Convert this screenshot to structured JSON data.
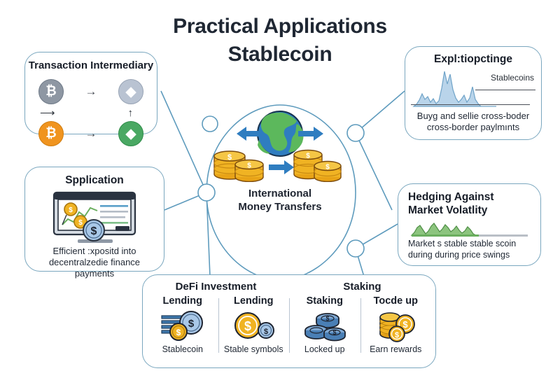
{
  "title": {
    "line1": "Practical Applications",
    "line2": "Stablecoin"
  },
  "colors": {
    "card_border": "#7aa7bf",
    "wire": "#5e9bbd",
    "accent_blue": "#2f7dc0",
    "coin_gold": "#f0b323",
    "coin_blue": "#a9c8e8",
    "chart_blue": "#b9d4ea",
    "chart_green": "#6aae5e",
    "text_dark": "#1e2430"
  },
  "center": {
    "label_line1": "International",
    "label_line2": "Money Transfers",
    "globe_icon": "globe-icon",
    "coins_icon": "coin-stack-icon",
    "arrow_left_icon": "arrow-left-icon",
    "arrow_right_icon": "arrow-right-icon",
    "arrow_center_icon": "arrow-right-icon"
  },
  "cards": {
    "transaction_intermediary": {
      "title": "Transaction Intermediary",
      "rows": [
        {
          "from": "₿",
          "from_icon": "bitcoin-coin-gray-icon",
          "arrow_icon": "arrow-right-icon",
          "to": "◆",
          "to_icon": "ethereum-coin-gray-icon"
        },
        {
          "from": "₿",
          "from_icon": "bitcoin-coin-orange-icon",
          "arrow_icon": "arrow-right-icon",
          "to": "◆",
          "to_icon": "ethereum-coin-green-icon"
        }
      ],
      "mid_left_icon": "long-arrow-right-icon",
      "mid_right_icon": "arrow-up-icon",
      "mid_left_glyph": "⟶",
      "mid_right_glyph": "↑"
    },
    "exploiting": {
      "title": "Expl:tiopctinge",
      "legend": "Stablecoins",
      "caption_line1": "Buyg and sellie cross-boder",
      "caption_line2": "cross-border paylmınts",
      "chart_icon": "volatility-area-chart-icon"
    },
    "application": {
      "title": "Spplication",
      "caption_line1": "Efficient :xpositd into",
      "caption_line2": "decentralzedie finance",
      "caption_line3": "payments",
      "icon": "monitor-dashboard-icon"
    },
    "hedging": {
      "title_line1": "Hedging Against",
      "title_line2": "Market Volatlity",
      "caption_line1": "Market s stable stable scoin",
      "caption_line2": "during during price swings",
      "chart_icon": "green-wave-chart-icon"
    },
    "defi_staking": {
      "heading_left": "DeFi Investment",
      "heading_right": "Staking",
      "columns": [
        {
          "title": "Lending",
          "caption": "Stablecoin",
          "icon": "stacked-coins-blue-gold-icon"
        },
        {
          "title": "Lending",
          "caption": "Stable symbols",
          "icon": "two-coins-gold-blue-icon"
        },
        {
          "title": "Staking",
          "caption": "Locked up",
          "icon": "blue-coin-pile-icon"
        },
        {
          "title": "Tocde up",
          "caption": "Earn rewards",
          "icon": "gold-coin-pile-icon"
        }
      ]
    }
  },
  "chart_data": [
    {
      "type": "area",
      "title": "Expl:tiopctinge",
      "legend": [
        "Stablecoins"
      ],
      "x": [
        0,
        1,
        2,
        3,
        4,
        5,
        6,
        7,
        8,
        9,
        10,
        11,
        12,
        13,
        14,
        15,
        16,
        17,
        18,
        19,
        20
      ],
      "values": [
        5,
        12,
        34,
        20,
        28,
        14,
        22,
        58,
        96,
        60,
        86,
        40,
        24,
        14,
        20,
        44,
        22,
        12,
        54,
        14,
        4
      ],
      "ylim": [
        0,
        100
      ],
      "xlabel": "",
      "ylabel": "",
      "grid": false,
      "legend_position": "right"
    },
    {
      "type": "area",
      "title": "Hedging Against Market Volatlity",
      "legend": [],
      "x": [
        0,
        1,
        2,
        3,
        4,
        5,
        6,
        7,
        8,
        9,
        10,
        11,
        12,
        13,
        14,
        15,
        16
      ],
      "values": [
        6,
        30,
        46,
        24,
        52,
        70,
        36,
        68,
        30,
        56,
        18,
        34,
        62,
        20,
        10,
        6,
        4
      ],
      "ylim": [
        0,
        80
      ],
      "xlabel": "",
      "ylabel": "",
      "grid": false,
      "legend_position": "none"
    }
  ]
}
